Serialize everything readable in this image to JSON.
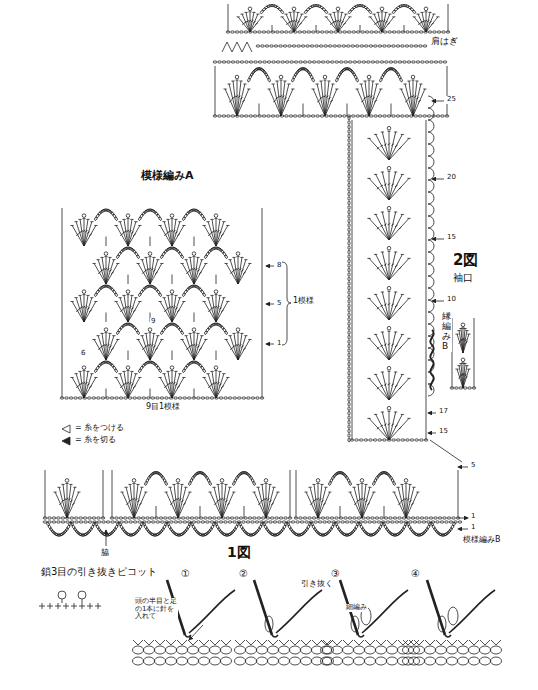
{
  "diagram": {
    "labels": [
      "肩はぎ",
      "25",
      "20",
      "15",
      "10",
      "2図",
      "袖口",
      "縁編みB",
      "17",
      "15",
      "模様編みA",
      "8",
      "5",
      "1模様",
      "1",
      "9",
      "6",
      "9目1模様",
      "5",
      "1",
      "1",
      "模様編みB",
      "脇",
      "1図",
      "鎖3目の引き抜きピコット",
      "①",
      "②",
      "③",
      "④",
      "引き抜く",
      "細編み",
      "頭の半目と足の1本に針を入れて"
    ],
    "legend": [
      {
        "text": "= 糸をつける"
      },
      {
        "text": "= 糸を切る"
      }
    ]
  }
}
